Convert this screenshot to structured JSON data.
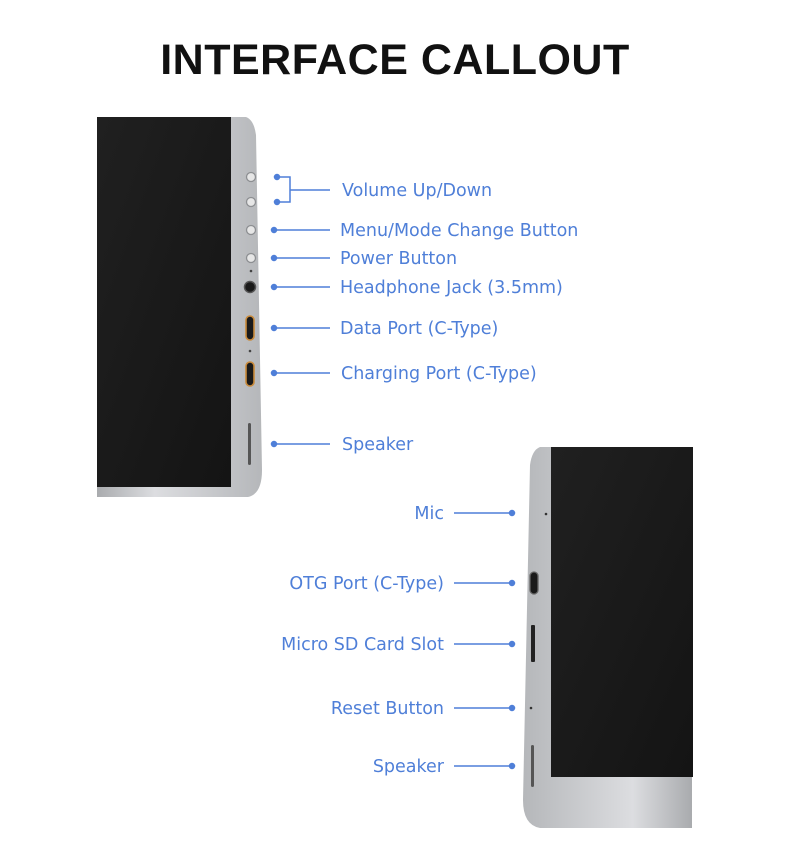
{
  "title": "INTERFACE CALLOUT",
  "colors": {
    "accent": "#4f7fd8",
    "screen": "#1b1b1b",
    "frame": "#c9cacc",
    "title": "#111111"
  },
  "panel_1": {
    "callouts": [
      "Volume Up/Down",
      "Menu/Mode Change Button",
      "Power Button",
      "Headphone Jack (3.5mm)",
      "Data Port (C-Type)",
      "Charging Port (C-Type)",
      "Speaker"
    ]
  },
  "panel_2": {
    "callouts": [
      "Mic",
      "OTG Port (C-Type)",
      "Micro SD Card Slot",
      "Reset Button",
      "Speaker"
    ]
  }
}
